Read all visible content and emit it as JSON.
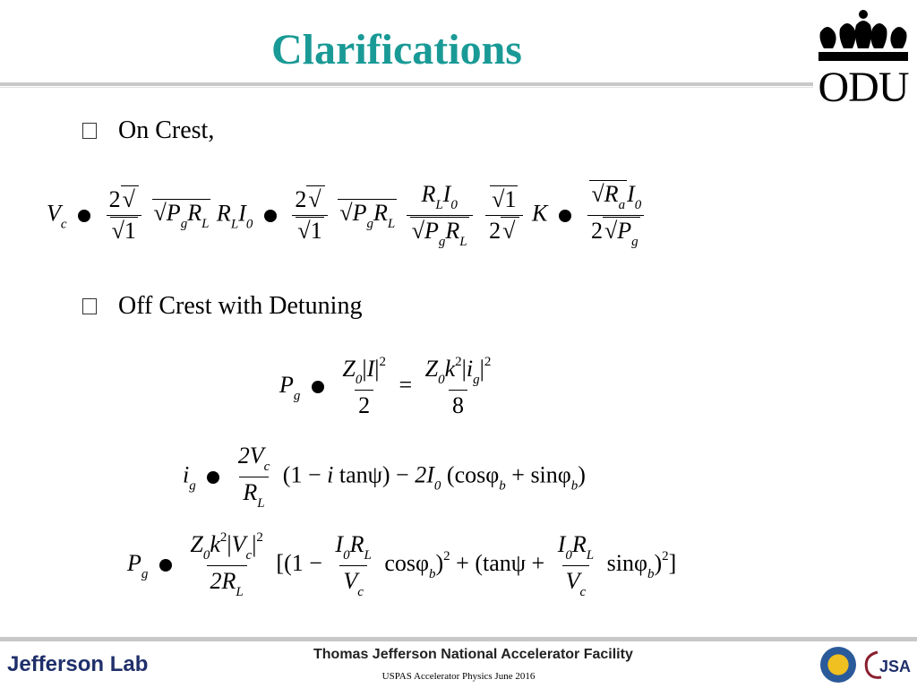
{
  "title": "Clarifications",
  "logo_text": "ODU",
  "bullets": [
    "On Crest,",
    "Off  Crest with Detuning"
  ],
  "eq1": {
    "vc": "V",
    "vc_sub": "c",
    "two": "2",
    "one": "1",
    "pg": "P",
    "g": "g",
    "rl": "R",
    "l": "L",
    "i0": "I",
    "zero": "0",
    "k": "K",
    "ra": "R",
    "a": "a"
  },
  "eq2": {
    "pg": "P",
    "g": "g",
    "z0": "Z",
    "zero": "0",
    "i": "I",
    "two": "2",
    "eqsign": "=",
    "k": "k",
    "ig": "i",
    "eight": "8"
  },
  "eq3": {
    "ig": "i",
    "g": "g",
    "vc": "2V",
    "c": "c",
    "rl": "R",
    "l": "L",
    "tan": "tan",
    "cos": "cos",
    "sin": "sin",
    "b": "b",
    "i0": "2I",
    "zero": "0",
    "i": "i"
  },
  "eq4": {
    "pg": "P",
    "g": "g",
    "z0": "Z",
    "zero": "0",
    "k": "k",
    "vc": "V",
    "c": "c",
    "two": "2",
    "rl": "2R",
    "l": "L",
    "i0": "I",
    "rl2": "R",
    "one": "1",
    "cos": "cos",
    "sin": "sin",
    "tan": "tan",
    "b": "b"
  },
  "footer": {
    "lab": "Jefferson Lab",
    "facility": "Thomas Jefferson National Accelerator Facility",
    "course": "USPAS Accelerator Physics June 2016",
    "jsa": "JSA"
  }
}
